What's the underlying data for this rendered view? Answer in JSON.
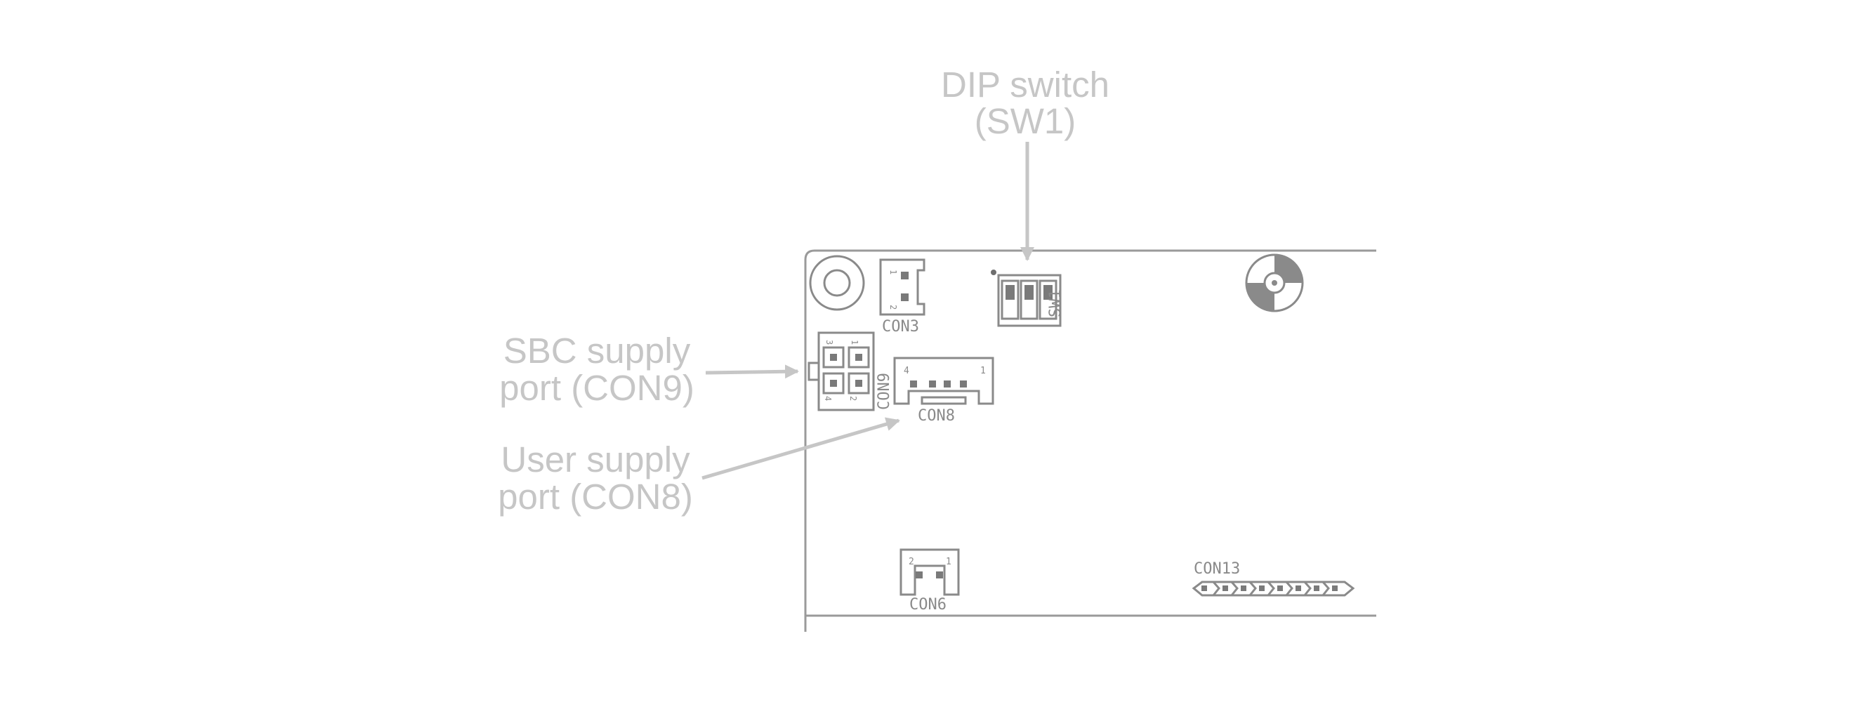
{
  "callouts": {
    "dip_switch": {
      "line1": "DIP switch",
      "line2": "(SW1)"
    },
    "sbc_supply": {
      "line1": "SBC supply",
      "line2": "port (CON9)"
    },
    "user_supply": {
      "line1": "User supply",
      "line2": "port (CON8)"
    }
  },
  "components": {
    "con3": {
      "label": "CON3",
      "pin1": "1",
      "pin2": "2"
    },
    "sw1": {
      "label": "SW1"
    },
    "con9": {
      "label": "CON9",
      "pins": [
        "3",
        "1",
        "4",
        "2"
      ]
    },
    "con8": {
      "label": "CON8",
      "pin_left": "4",
      "pin_right": "1"
    },
    "con6": {
      "label": "CON6",
      "pin_left": "2",
      "pin_right": "1"
    },
    "con13": {
      "label": "CON13"
    }
  },
  "colors": {
    "callout_text": "#c6c6c6",
    "arrow": "#c6c6c6",
    "board_outline": "#9a9a9a",
    "silkscreen": "#8a8a8a",
    "pad": "#7a7a7a"
  }
}
